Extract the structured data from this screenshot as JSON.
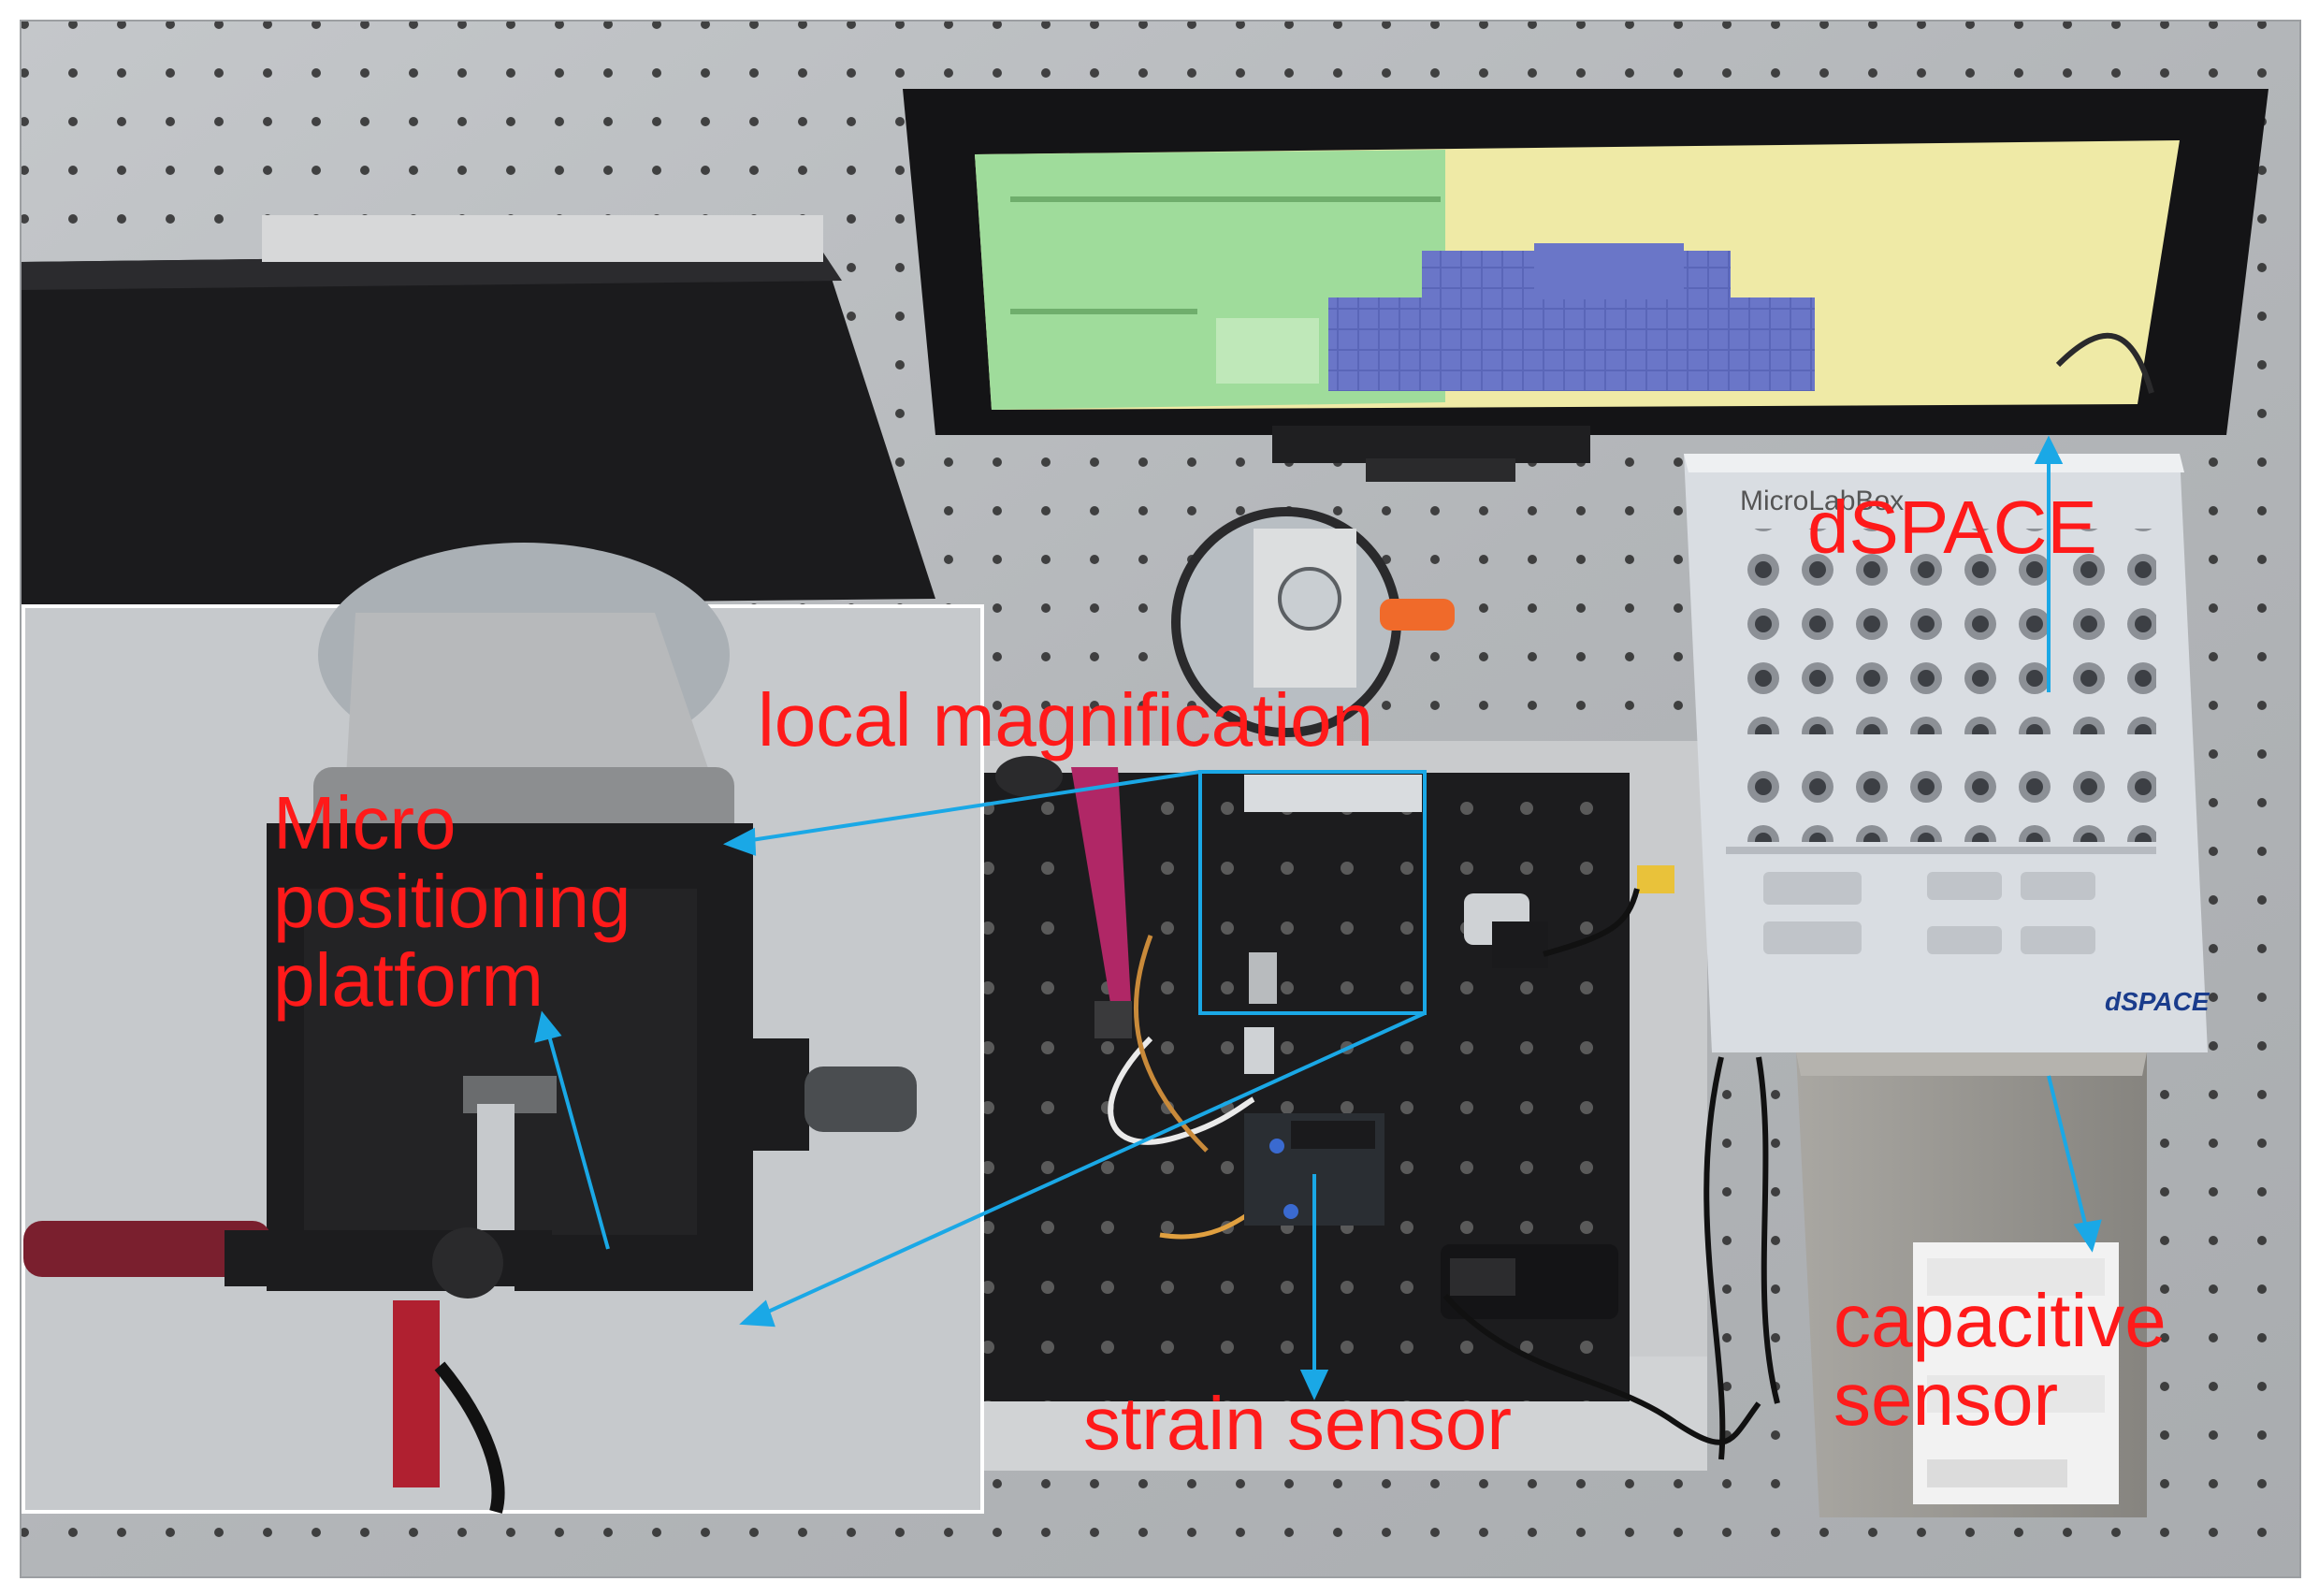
{
  "labels": {
    "micro_line1": "Micro",
    "micro_line2": "positioning",
    "micro_line3": "platform",
    "local_magnification": "local magnification",
    "dspace": "dSPACE",
    "strain_sensor": "strain sensor",
    "capacitive_line1": "capacitive",
    "capacitive_line2": "sensor"
  },
  "device_text": {
    "dspace_brand": "dSPACE",
    "labbox": "MicroLabBox"
  },
  "colors": {
    "label": "#ff1a1a",
    "arrow": "#1aa8e6",
    "table": "#b9bcbf",
    "breadboard": "#1c1c1e",
    "monitor_screen_green": "#9fdc9b",
    "monitor_screen_yellow": "#efeaa6",
    "monitor_screen_blue": "#5a66b8",
    "dspace_box": "#d9dde2",
    "cap_box": "#9a9893"
  },
  "icons": {
    "arrow_head": "triangle-arrowhead"
  }
}
